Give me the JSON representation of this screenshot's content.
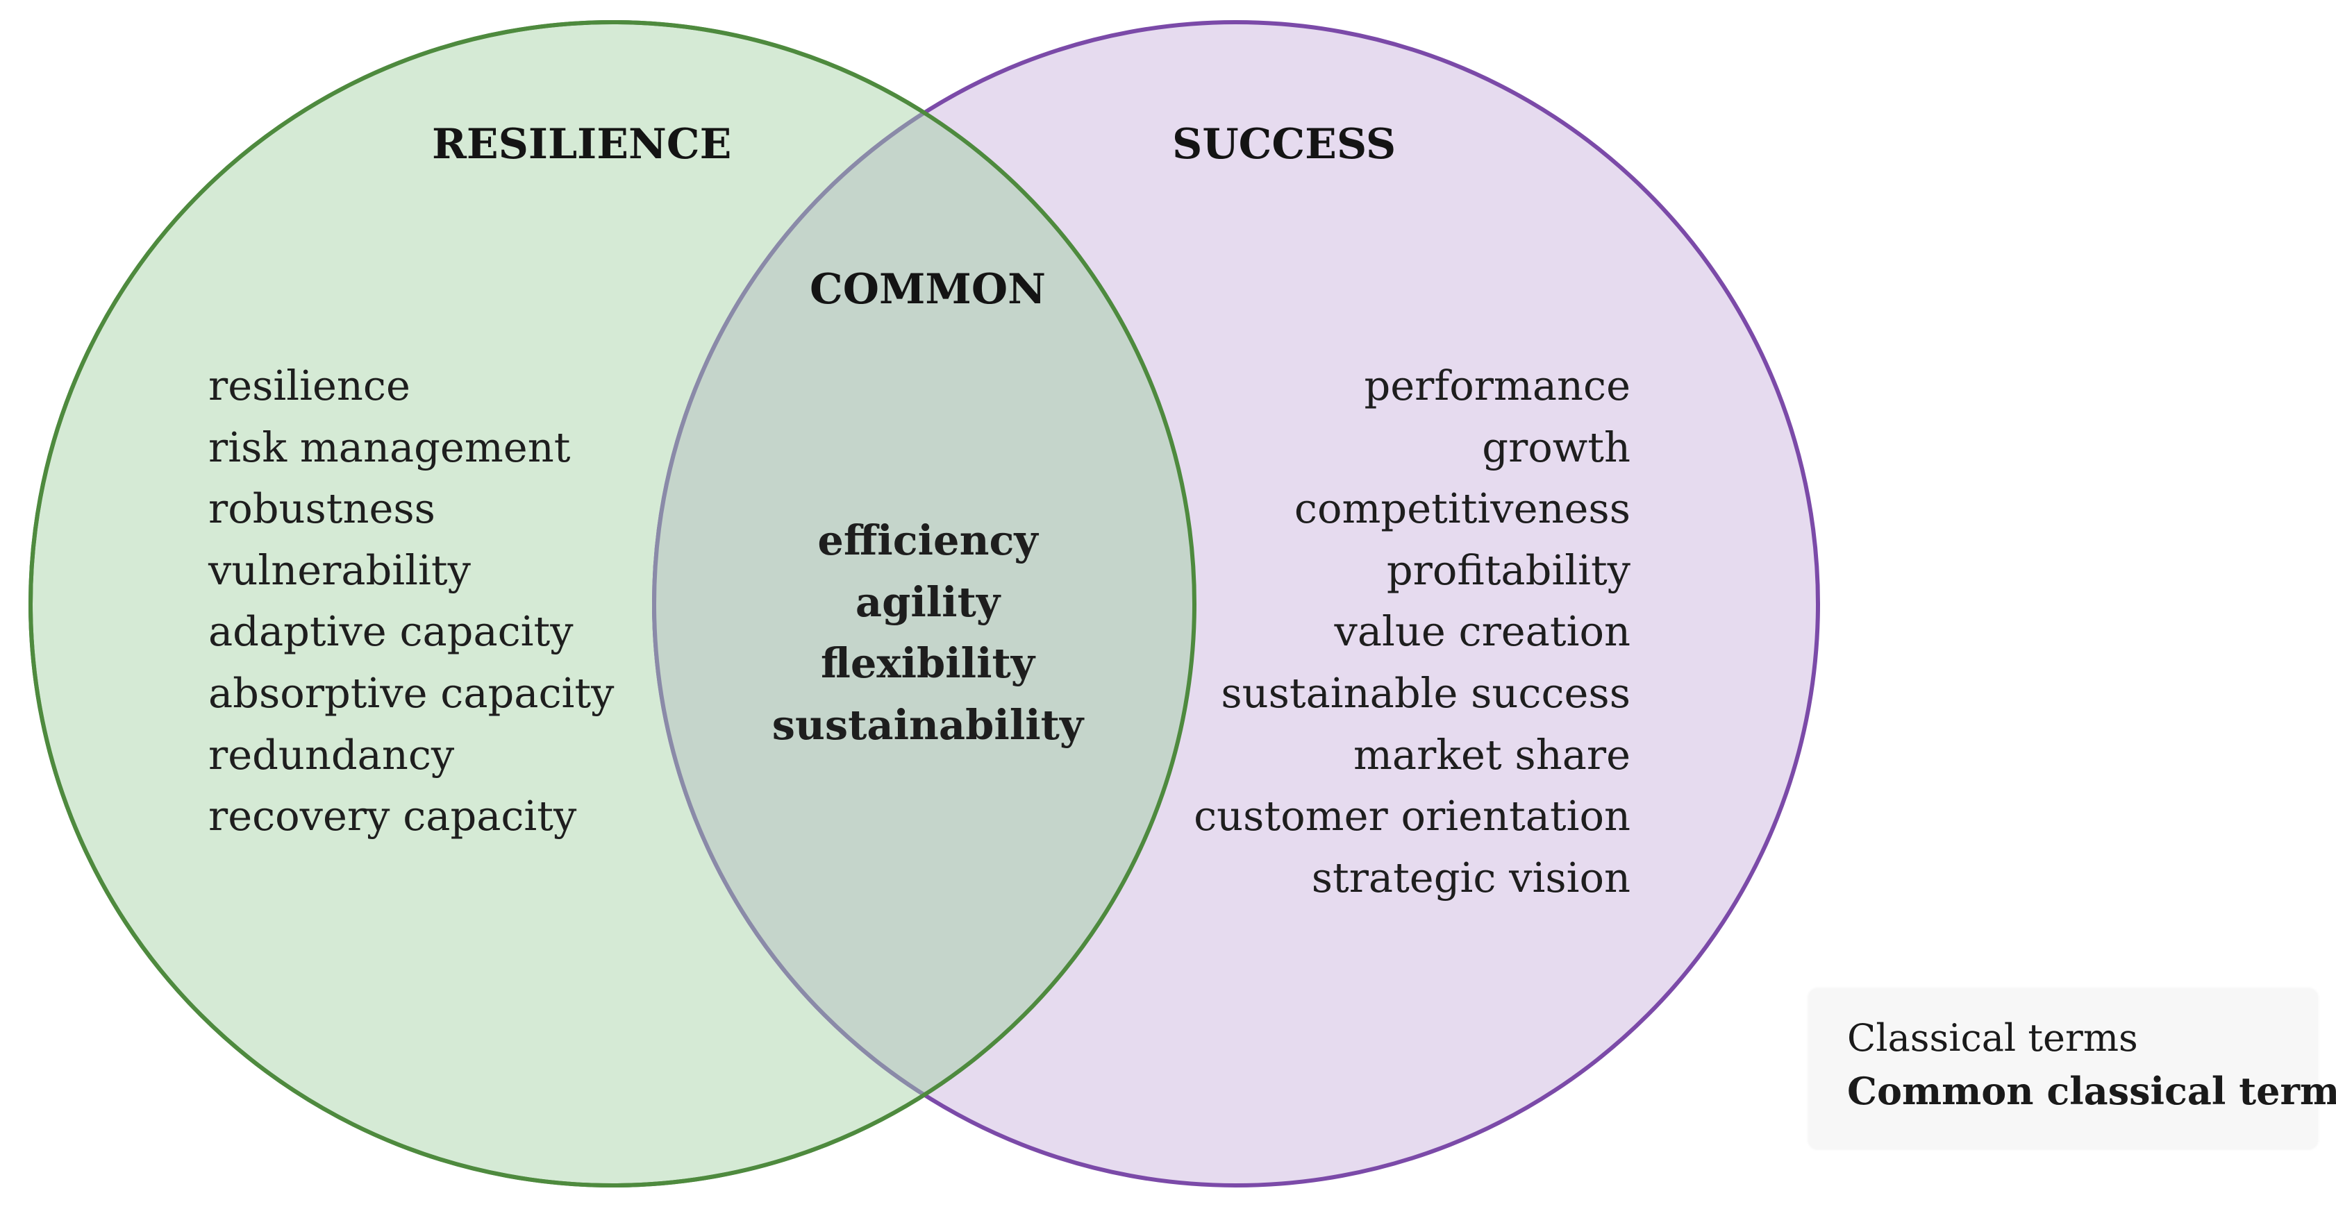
{
  "sets": [
    {
      "id": "resilience",
      "title": "RESILIENCE",
      "terms": [
        "resilience",
        "risk management",
        "robustness",
        "vulnerability",
        "adaptive capacity",
        "absorptive capacity",
        "redundancy",
        "recovery capacity"
      ],
      "fill": "#d5ead5",
      "stroke": "#4e8a3e"
    },
    {
      "id": "success",
      "title": "SUCCESS",
      "terms": [
        "performance",
        "growth",
        "competitiveness",
        "profitability",
        "value creation",
        "sustainable success",
        "market share",
        "customer orientation",
        "strategic vision"
      ],
      "fill": "#e6dbef",
      "stroke": "#7b4aa8"
    }
  ],
  "intersection": {
    "title": "COMMON",
    "terms": [
      "efficiency",
      "agility",
      "flexibility",
      "sustainability"
    ],
    "fill": "#c5d5cb",
    "stroke": "#8a8aa8"
  },
  "legend": {
    "normal_label": "Classical terms",
    "bold_label": "Common classical terms"
  }
}
